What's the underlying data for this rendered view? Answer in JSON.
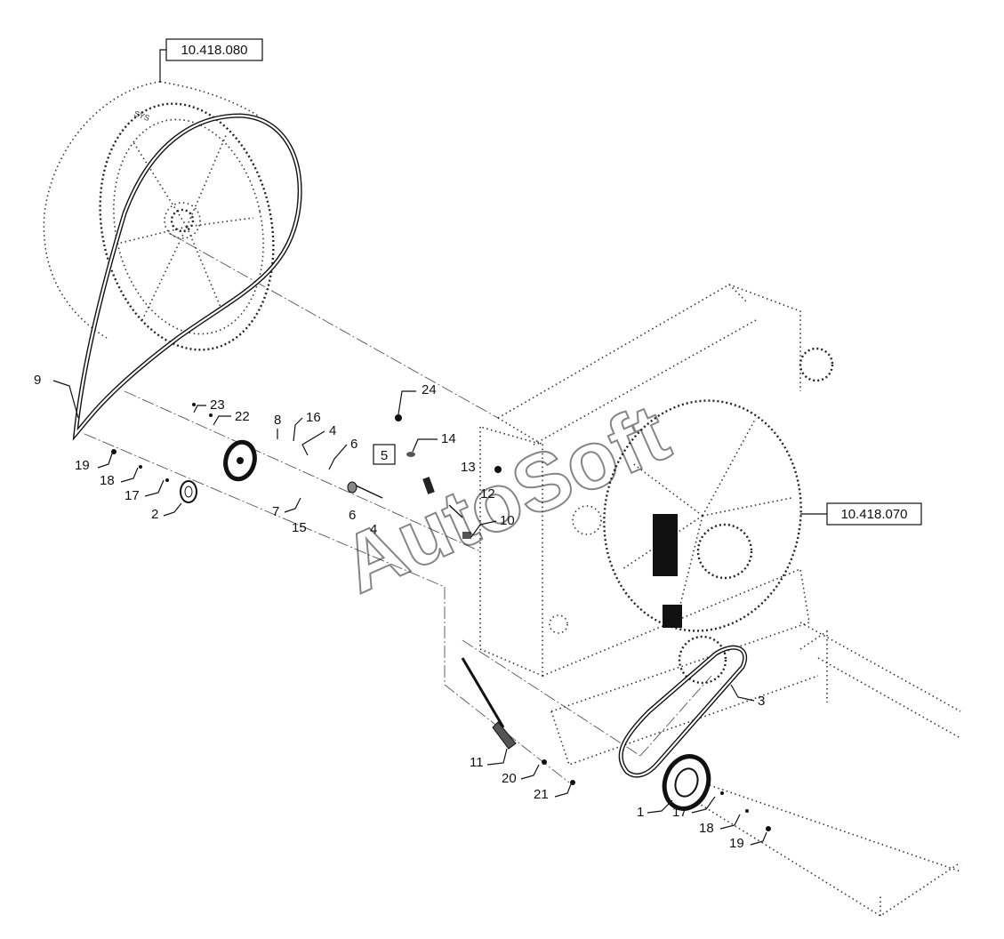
{
  "diagram": {
    "watermark": "AutoSoft",
    "reference_boxes": [
      {
        "id": "ref-top",
        "text": "10.418.080"
      },
      {
        "id": "ref-right",
        "text": "10.418.070"
      },
      {
        "id": "ref-item",
        "text": "5"
      }
    ],
    "callouts": [
      {
        "id": "c9",
        "text": "9"
      },
      {
        "id": "c23",
        "text": "23"
      },
      {
        "id": "c22",
        "text": "22"
      },
      {
        "id": "c8",
        "text": "8"
      },
      {
        "id": "c16",
        "text": "16"
      },
      {
        "id": "c4a",
        "text": "4"
      },
      {
        "id": "c24",
        "text": "24"
      },
      {
        "id": "c6a",
        "text": "6"
      },
      {
        "id": "c14",
        "text": "14"
      },
      {
        "id": "c13",
        "text": "13"
      },
      {
        "id": "c12",
        "text": "12"
      },
      {
        "id": "c19a",
        "text": "19"
      },
      {
        "id": "c18a",
        "text": "18"
      },
      {
        "id": "c17a",
        "text": "17"
      },
      {
        "id": "c2",
        "text": "2"
      },
      {
        "id": "c7",
        "text": "7"
      },
      {
        "id": "c15",
        "text": "15"
      },
      {
        "id": "c6b",
        "text": "6"
      },
      {
        "id": "c4b",
        "text": "4"
      },
      {
        "id": "c10",
        "text": "10"
      },
      {
        "id": "c3",
        "text": "3"
      },
      {
        "id": "c11",
        "text": "11"
      },
      {
        "id": "c20",
        "text": "20"
      },
      {
        "id": "c21",
        "text": "21"
      },
      {
        "id": "c1",
        "text": "1"
      },
      {
        "id": "c17b",
        "text": "17"
      },
      {
        "id": "c18b",
        "text": "18"
      },
      {
        "id": "c19b",
        "text": "19"
      }
    ]
  }
}
